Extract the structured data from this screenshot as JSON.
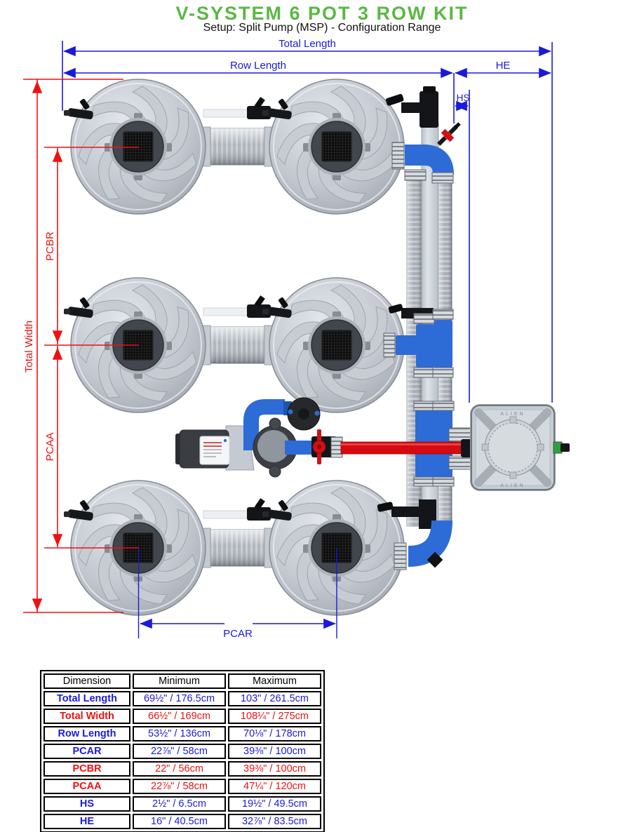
{
  "header": {
    "title": "V-SYSTEM 6 POT 3 ROW KIT",
    "subtitle": "Setup: Split Pump (MSP) - Configuration Range"
  },
  "diagram": {
    "dimension_labels": {
      "total_length": "Total Length",
      "row_length": "Row Length",
      "he": "HE",
      "hs": "HS",
      "total_width": "Total Width",
      "pcbr": "PCBR",
      "pcaa": "PCAA",
      "pcar": "PCAR"
    },
    "reservoir_label": "ALIEN",
    "colors": {
      "title_green": "#5ab843",
      "dimension_blue": "#1a1ad8",
      "dimension_red": "#ee1111",
      "pipe_blue": "#2d6cd7",
      "pipe_red": "#d40b10"
    }
  },
  "table": {
    "headers": [
      "Dimension",
      "Minimum",
      "Maximum"
    ],
    "rows": [
      {
        "label": "Total Length",
        "min": "69½\" / 176.5cm",
        "max": "103\" / 261.5cm",
        "color": "blue"
      },
      {
        "label": "Total Width",
        "min": "66½\" / 169cm",
        "max": "108¼\" / 275cm",
        "color": "red"
      },
      {
        "label": "Row Length",
        "min": "53½\" / 136cm",
        "max": "70⅛\" / 178cm",
        "color": "blue"
      },
      {
        "label": "PCAR",
        "min": "22⅞\" / 58cm",
        "max": "39⅜\" / 100cm",
        "color": "blue"
      },
      {
        "label": "PCBR",
        "min": "22\" / 56cm",
        "max": "39⅜\" / 100cm",
        "color": "red"
      },
      {
        "label": "PCAA",
        "min": "22⅞\" / 58cm",
        "max": "47¼\" / 120cm",
        "color": "red"
      },
      {
        "label": "HS",
        "min": "2½\" / 6.5cm",
        "max": "19½\" / 49.5cm",
        "color": "blue"
      },
      {
        "label": "HE",
        "min": "16\" / 40.5cm",
        "max": "32⅞\" / 83.5cm",
        "color": "blue"
      }
    ]
  }
}
